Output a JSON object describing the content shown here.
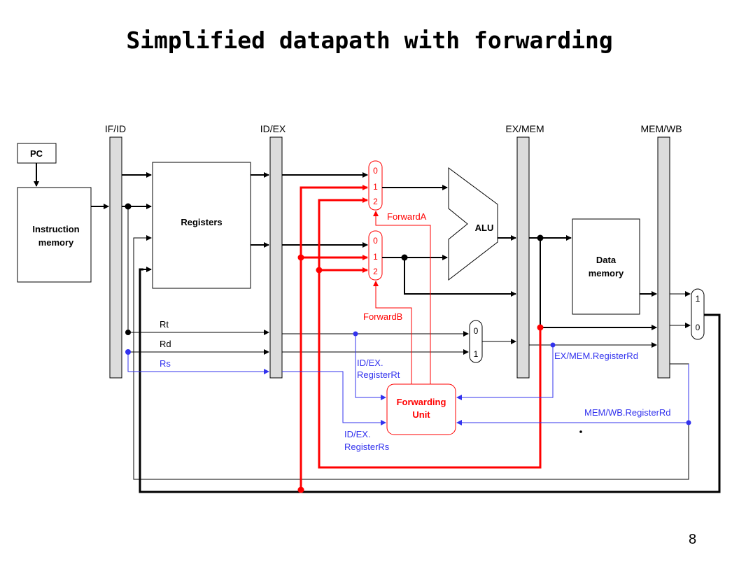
{
  "title": "Simplified datapath with forwarding",
  "page_number": "8",
  "colors": {
    "black": "#000000",
    "red": "#ff0000",
    "blue": "#3333ee",
    "register_fill": "#dcdcdc"
  },
  "pipeline_registers": [
    "IF/ID",
    "ID/EX",
    "EX/MEM",
    "MEM/WB"
  ],
  "blocks": {
    "pc": "PC",
    "instruction_memory": [
      "Instruction",
      "memory"
    ],
    "registers": "Registers",
    "alu": "ALU",
    "data_memory": [
      "Data",
      "memory"
    ],
    "forwarding_unit": [
      "Forwarding",
      "Unit"
    ]
  },
  "mux_labels": {
    "forward_a": [
      "0",
      "1",
      "2"
    ],
    "forward_b": [
      "0",
      "1",
      "2"
    ],
    "rd_select": [
      "0",
      "1"
    ],
    "writeback": [
      "1",
      "0"
    ]
  },
  "signals": {
    "rt": "Rt",
    "rd": "Rd",
    "rs": "Rs",
    "forward_a": "ForwardA",
    "forward_b": "ForwardB",
    "idex_rt": [
      "ID/EX.",
      "RegisterRt"
    ],
    "idex_rs": [
      "ID/EX.",
      "RegisterRs"
    ],
    "exmem_rd": "EX/MEM.RegisterRd",
    "memwb_rd": "MEM/WB.RegisterRd"
  }
}
